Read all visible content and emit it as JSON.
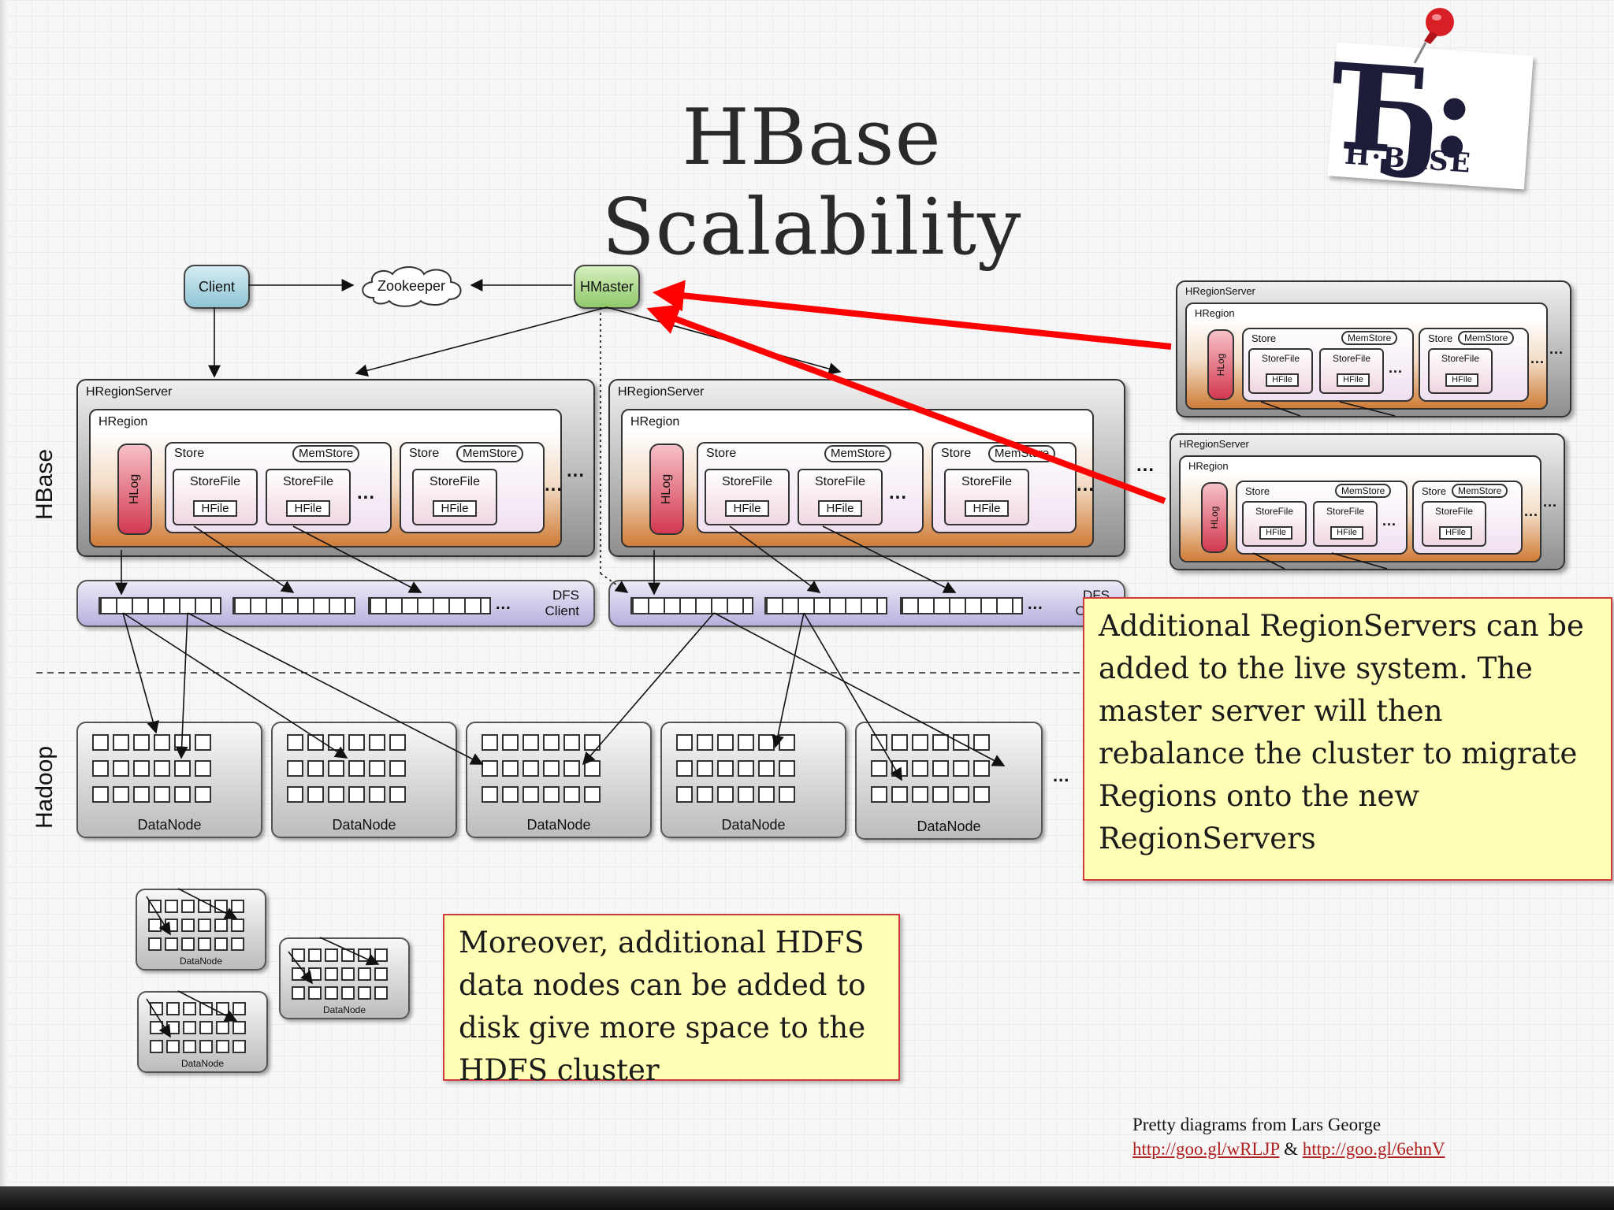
{
  "slide": {
    "title": "HBase Scalability"
  },
  "logo": {
    "icon": "hbase-logo",
    "text": "H·BASE"
  },
  "diagram": {
    "client": "Client",
    "zookeeper": "Zookeeper",
    "hmaster": "HMaster",
    "region_server": "HRegionServer",
    "region": "HRegion",
    "hlog": "HLog",
    "store": "Store",
    "memstore": "MemStore",
    "storefile": "StoreFile",
    "hfile": "HFile",
    "dfs_client": "DFS\nClient",
    "datanode": "DataNode",
    "ellipsis": "...",
    "hbase_label": "HBase",
    "hadoop_label": "Hadoop",
    "accent_color": "#ff0000"
  },
  "callouts": {
    "regionservers": "Additional RegionServers can be added to the live system. The master server will then rebalance the cluster to migrate Regions onto the new RegionServers",
    "datanodes": "Moreover, additional HDFS data nodes can be added to disk give more space to the HDFS cluster"
  },
  "credits": {
    "text": "Pretty diagrams from Lars George",
    "link1": "http://goo.gl/wRLJP",
    "separator": "&",
    "link2": "http://goo.gl/6ehnV"
  }
}
